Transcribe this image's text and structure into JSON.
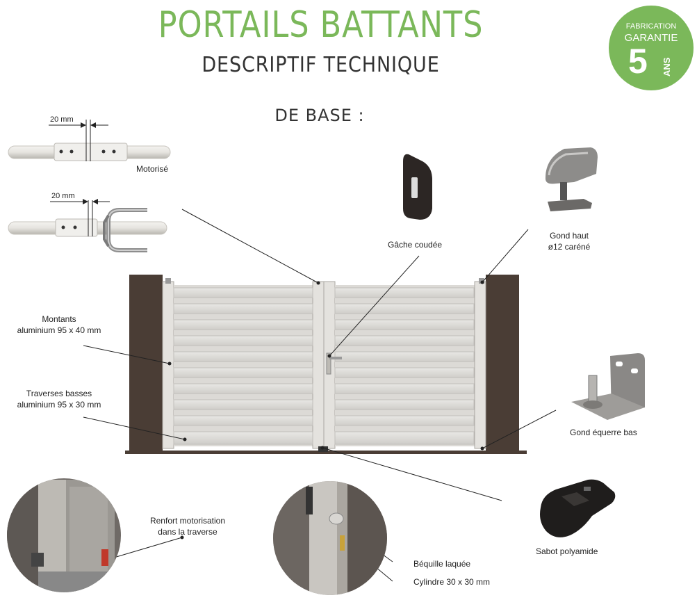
{
  "header": {
    "title": "PORTAILS BATTANTS",
    "subtitle": "DESCRIPTIF TECHNIQUE",
    "section": "DE BASE :"
  },
  "badge": {
    "line1": "FABRICATION",
    "line2": "GARANTIE",
    "years": "5",
    "unit": "ANS"
  },
  "details": {
    "dim_top": "20 mm",
    "label_top": "Motorisé",
    "dim_bottom": "20 mm"
  },
  "labels": {
    "gache": "Gâche coudée",
    "gond_haut_1": "Gond haut",
    "gond_haut_2": "ø12 caréné",
    "montants_1": "Montants",
    "montants_2": "aluminium 95 x 40 mm",
    "traverses_1": "Traverses basses",
    "traverses_2": "aluminium 95 x 30 mm",
    "gond_bas": "Gond équerre bas",
    "sabot": "Sabot polyamide",
    "renfort_1": "Renfort motorisation",
    "renfort_2": "dans la traverse",
    "bequille": "Béquille laquée",
    "cylindre": "Cylindre 30 x 30 mm"
  },
  "colors": {
    "brand_green": "#7bb85a",
    "pillar": "#4a3d35",
    "gate": "#d8d6d3"
  },
  "icons": [
    "gache-icon",
    "gond-haut-icon",
    "gond-bas-icon",
    "sabot-icon"
  ]
}
